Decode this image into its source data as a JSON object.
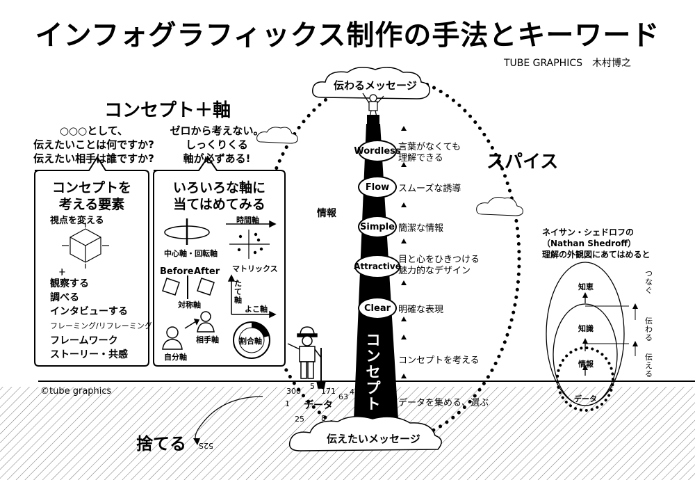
{
  "title": "インフォグラフィックス制作の手法とキーワード",
  "author": "TUBE GRAPHICS　木村博之",
  "concept_axis": "コンセプト＋軸",
  "q_left": [
    "○○○として、",
    "伝えたいことは何ですか?",
    "伝えたい相手は誰ですか?"
  ],
  "q_right": [
    "ゼロから考えない。",
    "しっくりくる",
    "軸が必ずある!"
  ],
  "box_left": {
    "title": [
      "コンセプトを",
      "考える要素"
    ],
    "viewpoint": "視点を変える",
    "items": [
      "観察する",
      "調べる",
      "インタビューする",
      "フレーミング/リフレーミング",
      "フレームワーク",
      "ストーリー・共感"
    ],
    "plus": "+"
  },
  "box_right": {
    "title": [
      "いろいろな軸に",
      "当てはめてみる"
    ],
    "center_axis": "中心軸・回転軸",
    "time_axis": "時間軸",
    "matrix": "マトリックス",
    "before": "Before",
    "after": "After",
    "symmetry": "対称軸",
    "vertical": "たて軸",
    "horizontal": "よこ軸",
    "self": "自分軸",
    "partner": "相手軸",
    "ratio": "割合軸"
  },
  "info_label": "情報",
  "spice": "スパイス",
  "top_cloud": "伝わるメッセージ",
  "bottom_cloud": "伝えたいメッセージ",
  "tower_concept": "コンセプト",
  "keywords": [
    {
      "name": "Wordless",
      "desc": [
        "言葉がなくても",
        "理解できる"
      ]
    },
    {
      "name": "Flow",
      "desc": [
        "スムーズな誘導"
      ]
    },
    {
      "name": "Simple",
      "desc": [
        "簡潔な情報"
      ]
    },
    {
      "name": "Attractive",
      "desc": [
        "目と心をひきつける",
        "魅力的なデザイン"
      ]
    },
    {
      "name": "Clear",
      "desc": [
        "明確な表現"
      ]
    }
  ],
  "concept_think": "コンセプトを考える",
  "data_collect": "データを集める、選ぶ",
  "data_label": "データ",
  "numbers": [
    "300",
    "5",
    "171",
    "63",
    "4",
    "1",
    "25",
    "8"
  ],
  "discard": "捨てる",
  "discard_num": "52S",
  "copyright": "©tube graphics",
  "shedroff": {
    "title": [
      "ネイサン・シェドロフの",
      "（Nathan Shedroff）",
      "理解の外観図にあてはめると"
    ],
    "wisdom": "知恵",
    "knowledge": "知識",
    "info": "情報",
    "data": "データ",
    "connect": "つなぐ",
    "transmit": "伝わる",
    "tell": "伝える"
  }
}
